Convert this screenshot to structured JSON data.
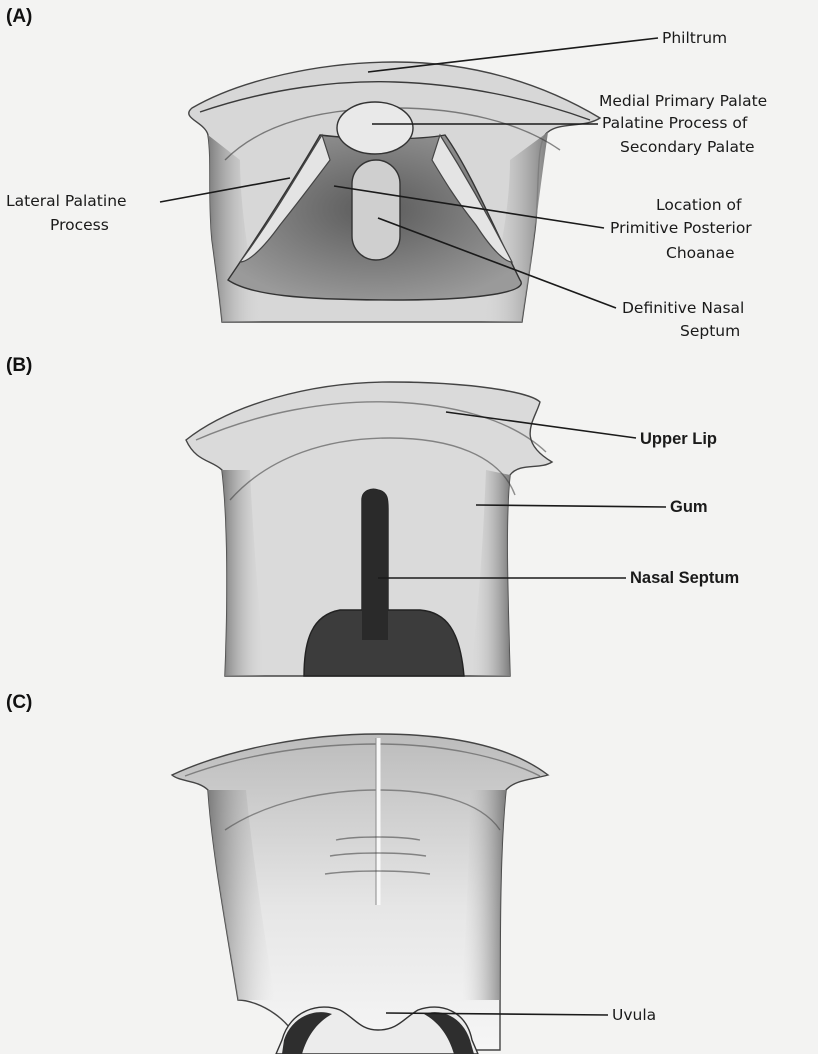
{
  "panels": [
    {
      "letter": "(A)",
      "labels": {
        "philtrum": "Philtrum",
        "medial_primary_palate": "Medial Primary Palate",
        "palatine_process_1": "Palatine Process of",
        "palatine_process_2": "Secondary Palate",
        "lateral_palatine_1": "Lateral Palatine",
        "lateral_palatine_2": "Process",
        "location_1": "Location of",
        "location_2": "Primitive Posterior",
        "location_3": "Choanae",
        "definitive_1": "Definitive Nasal",
        "definitive_2": "Septum"
      }
    },
    {
      "letter": "(B)",
      "labels": {
        "upper_lip": "Upper Lip",
        "gum": "Gum",
        "nasal_septum": "Nasal Septum"
      }
    },
    {
      "letter": "(C)",
      "labels": {
        "uvula": "Uvula"
      }
    }
  ]
}
